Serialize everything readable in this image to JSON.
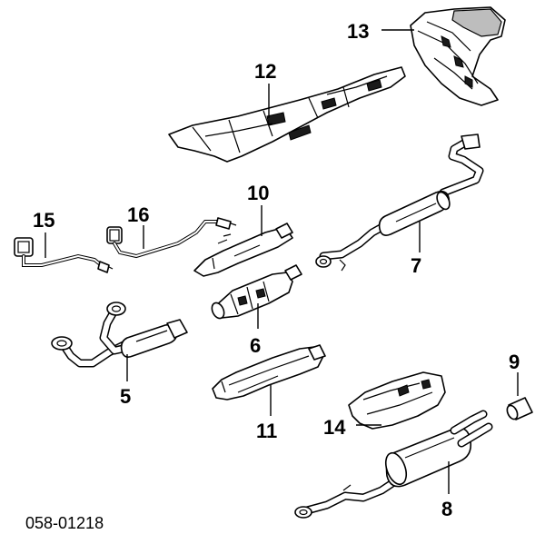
{
  "diagram": {
    "code": "058-01218",
    "callouts": {
      "p5": "5",
      "p6": "6",
      "p7": "7",
      "p8": "8",
      "p9": "9",
      "p10": "10",
      "p11": "11",
      "p12": "12",
      "p13": "13",
      "p14": "14",
      "p15": "15",
      "p16": "16"
    }
  }
}
